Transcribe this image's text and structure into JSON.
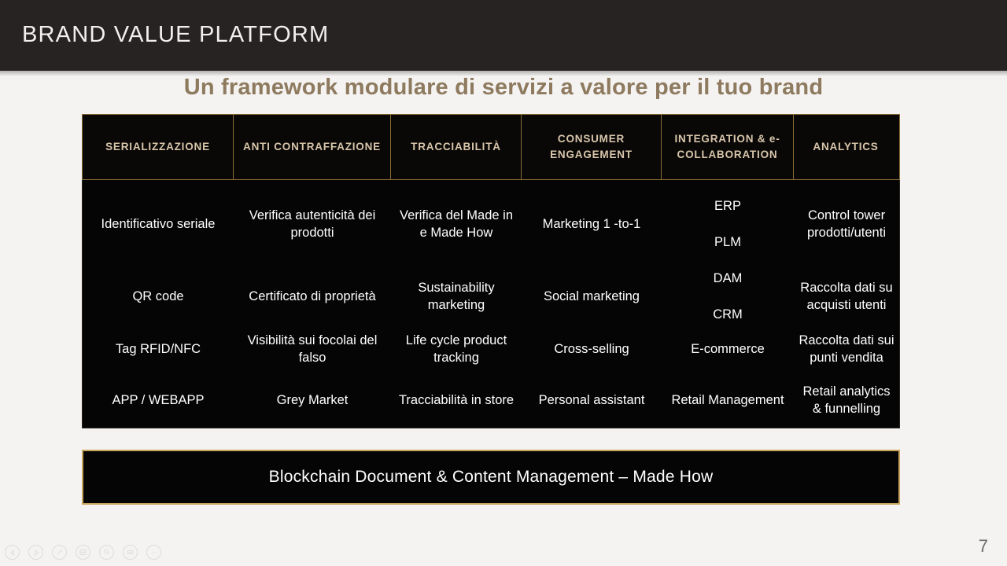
{
  "header": {
    "title": "BRAND VALUE PLATFORM",
    "bar_color": "#262322",
    "title_color": "#f2f0ee"
  },
  "subtitle": {
    "text": "Un framework modulare di servizi a valore per il tuo brand",
    "color": "#8e7a5f"
  },
  "matrix": {
    "accent_color": "#c8a45c",
    "header_text_color": "#d8c6ab",
    "background_color": "#050505",
    "columns": [
      {
        "label": "SERIALIZZAZIONE"
      },
      {
        "label": "ANTI CONTRAFFAZIONE"
      },
      {
        "label": "TRACCIABILITÀ"
      },
      {
        "label": "CONSUMER ENGAGEMENT"
      },
      {
        "label": "INTEGRATION & e-COLLABORATION"
      },
      {
        "label": "ANALYTICS"
      }
    ],
    "rows": [
      {
        "cells": [
          {
            "primary": "Identificativo seriale",
            "secondary": ""
          },
          {
            "primary": "Verifica autenticità dei prodotti",
            "secondary": ""
          },
          {
            "primary": "Verifica del Made in e Made How",
            "secondary": ""
          },
          {
            "primary": "Marketing 1 -to-1",
            "secondary": ""
          },
          {
            "primary": "ERP",
            "secondary": "PLM"
          },
          {
            "primary": "Control tower prodotti/utenti",
            "secondary": ""
          }
        ]
      },
      {
        "cells": [
          {
            "primary": "QR code",
            "secondary": ""
          },
          {
            "primary": "Certificato di proprietà",
            "secondary": ""
          },
          {
            "primary": "Sustainability marketing",
            "secondary": ""
          },
          {
            "primary": "Social marketing",
            "secondary": ""
          },
          {
            "primary": "DAM",
            "secondary": "CRM"
          },
          {
            "primary": "Raccolta dati su acquisti utenti",
            "secondary": ""
          }
        ]
      },
      {
        "cells": [
          {
            "primary": "Tag RFID/NFC",
            "secondary": ""
          },
          {
            "primary": "Visibilità sui focolai del falso",
            "secondary": ""
          },
          {
            "primary": "Life cycle product tracking",
            "secondary": ""
          },
          {
            "primary": "Cross-selling",
            "secondary": ""
          },
          {
            "primary": "E-commerce",
            "secondary": ""
          },
          {
            "primary": "Raccolta dati sui punti vendita",
            "secondary": ""
          }
        ]
      },
      {
        "cells": [
          {
            "primary": "APP / WEBAPP",
            "secondary": ""
          },
          {
            "primary": "Grey Market",
            "secondary": ""
          },
          {
            "primary": "Tracciabilità in store",
            "secondary": ""
          },
          {
            "primary": "Personal assistant",
            "secondary": ""
          },
          {
            "primary": "Retail Management",
            "secondary": ""
          },
          {
            "primary": "Retail analytics & funnelling",
            "secondary": ""
          }
        ]
      }
    ]
  },
  "banner": {
    "text": "Blockchain Document & Content Management – Made How",
    "border_color": "#c8a45c"
  },
  "toolbar": {
    "items": [
      {
        "name": "previous-slide",
        "icon": "triangle-left-icon"
      },
      {
        "name": "next-slide",
        "icon": "triangle-right-icon"
      },
      {
        "name": "pen-tool",
        "icon": "pen-icon"
      },
      {
        "name": "slide-grid",
        "icon": "grid-icon"
      },
      {
        "name": "zoom-tool",
        "icon": "search-icon"
      },
      {
        "name": "presenter-notes",
        "icon": "notes-icon"
      },
      {
        "name": "more-options",
        "icon": "ellipsis-icon"
      }
    ]
  },
  "footer": {
    "page_number": "7"
  }
}
